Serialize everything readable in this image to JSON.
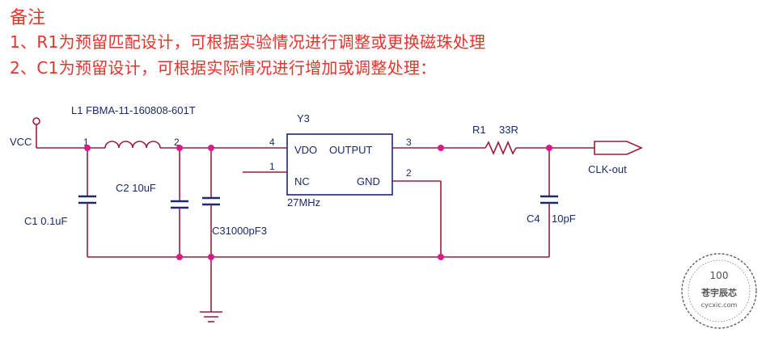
{
  "notes": {
    "title": "备注",
    "line1": "1、R1为预留匹配设计，可根据实验情况进行调整或更换磁珠处理",
    "line2": "2、C1为预留设计，可根据实际情况进行增加或调整处理："
  },
  "schematic": {
    "vcc": "VCC",
    "inductor_label": "L1  FBMA-11-160808-601T",
    "l1_pin1": "1",
    "l1_pin2": "2",
    "c1_label": "C1  0.1uF",
    "c2_label": "C2  10uF",
    "c3_label": "C31000pF3",
    "y3_ref": "Y3",
    "y3_pin4": "4",
    "y3_pin1": "1",
    "y3_pin3": "3",
    "y3_pin2": "2",
    "y3_vdo": "VDO",
    "y3_output": "OUTPUT",
    "y3_nc": "NC",
    "y3_gnd": "GND",
    "y3_freq": "27MHz",
    "r1_label": "R1",
    "r1_value": "33R",
    "c4_label": "C4",
    "c4_value": "10pF",
    "clk_out": "CLK-out"
  },
  "watermark": {
    "percent": "100",
    "brand": "苍宇辰芯",
    "site": "cycxic.com"
  },
  "colors": {
    "note_red": "#e8322a",
    "wire": "#9b1c3a",
    "junction": "#d81b8a",
    "label_blue": "#1a2a6c"
  }
}
